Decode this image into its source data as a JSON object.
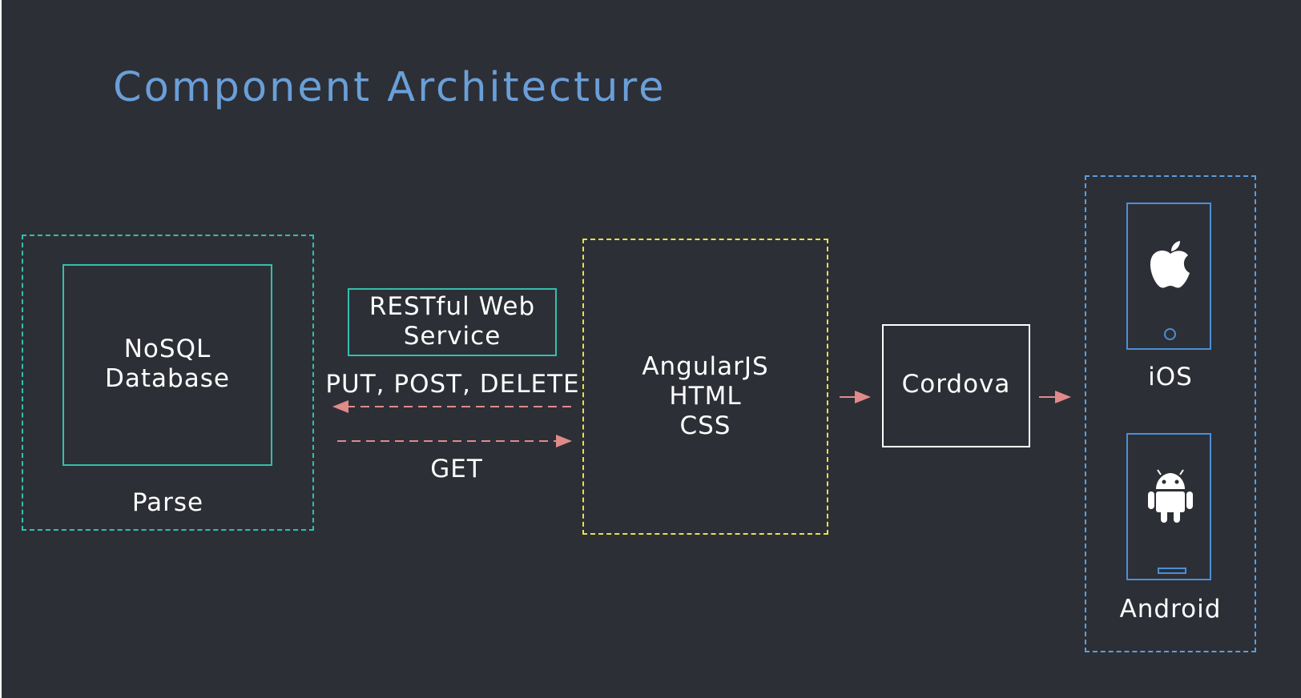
{
  "title": "Component Architecture",
  "nodes": {
    "database": "NoSQL\nDatabase",
    "parse": "Parse",
    "rest_service": "RESTful Web\nService",
    "frontend": "AngularJS\nHTML\nCSS",
    "cordova": "Cordova",
    "ios": "iOS",
    "android": "Android"
  },
  "edges": {
    "write_methods": "PUT, POST, DELETE",
    "read_method": "GET"
  },
  "icons": {
    "ios_logo": "apple-logo-icon",
    "android_logo": "android-logo-icon"
  },
  "colors": {
    "background": "#2d2f36",
    "title": "#6a9fd8",
    "parse_border": "#33bfae",
    "frontend_border": "#e8e04a",
    "platform_border": "#5a9ee0",
    "arrow": "#e08a8a"
  }
}
